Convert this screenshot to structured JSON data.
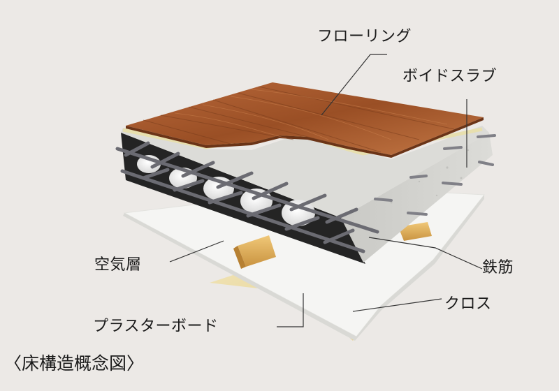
{
  "diagram": {
    "caption": "〈床構造概念図〉",
    "labels": {
      "flooring": "フローリング",
      "void_slab": "ボイドスラブ",
      "rebar": "鉄筋",
      "air_layer": "空気層",
      "cloth": "クロス",
      "plasterboard": "プラスターボード"
    }
  },
  "colors": {
    "background": "#ece9e6",
    "wood": "#a3582c",
    "wood_dark": "#7a3d1c",
    "concrete": "#d7d7d3",
    "concrete_dark": "#232323",
    "rebar": "#6a6a70",
    "joist": "#e0b360",
    "board": "#f4f4f2",
    "cloth": "#efe2b2",
    "leader": "#333333"
  }
}
